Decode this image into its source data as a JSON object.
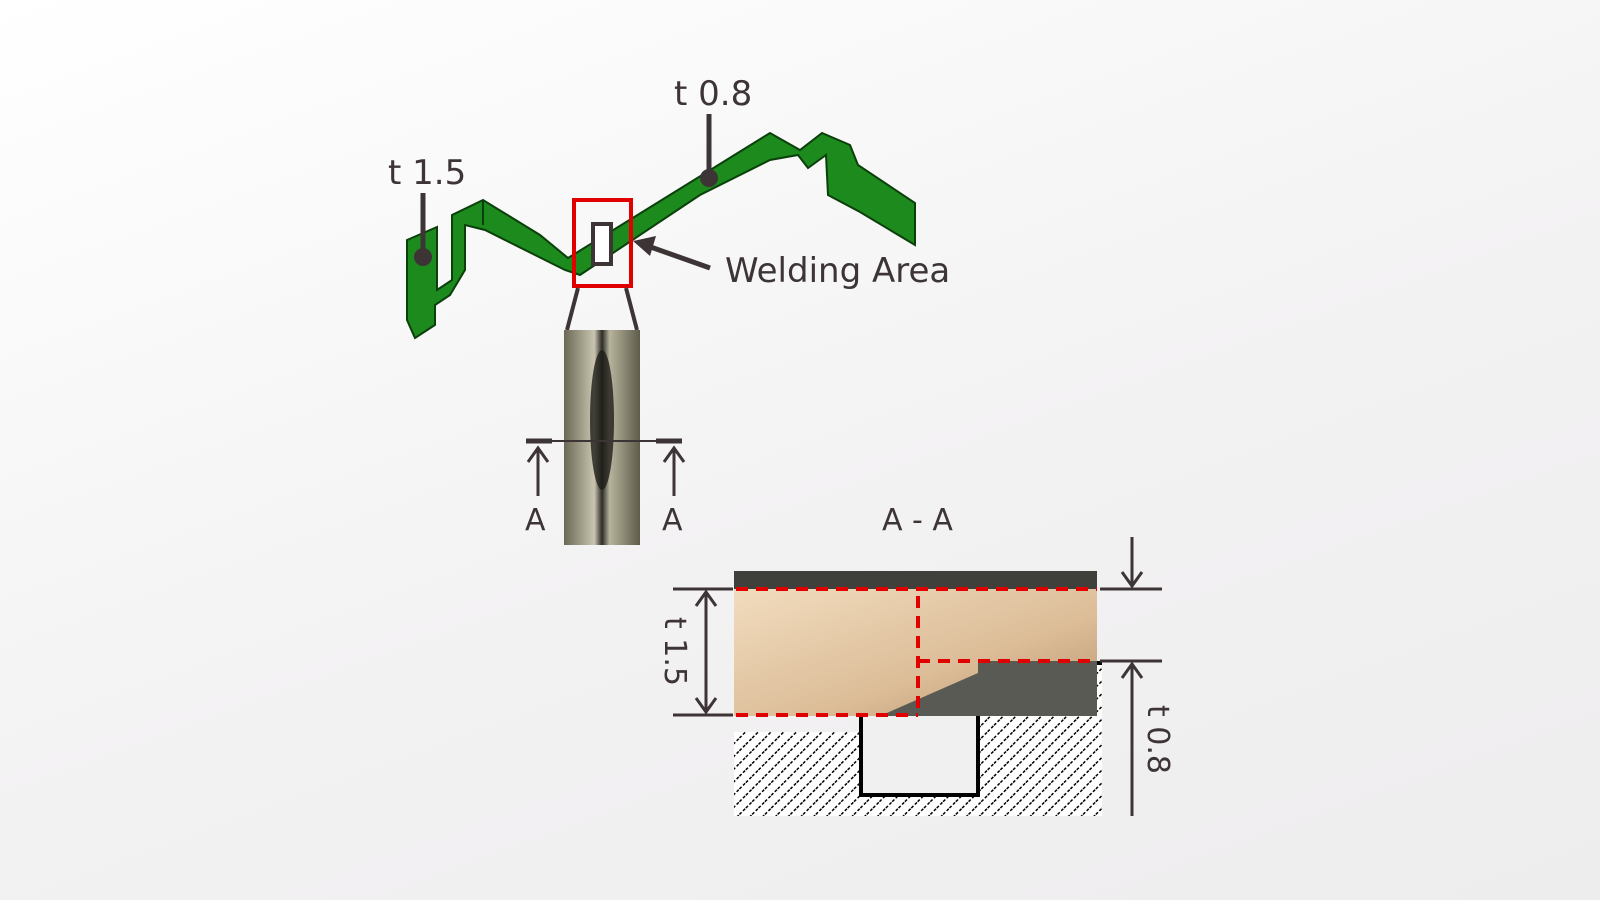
{
  "labels": {
    "thickness_left": "t 1.5",
    "thickness_top": "t 0.8",
    "welding_area": "Welding Area",
    "section_mark_left": "A",
    "section_mark_right": "A",
    "section_title": "A - A",
    "section_t15": "t 1.5",
    "section_t08": "t 0.8"
  },
  "colors": {
    "part_green": "#1c8a1c",
    "highlight_red": "#e00000",
    "ink": "#3d3436"
  }
}
